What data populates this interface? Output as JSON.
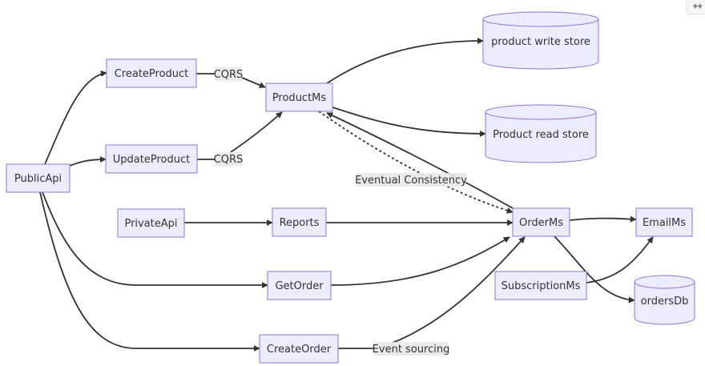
{
  "diagram": {
    "type": "flowchart",
    "colors": {
      "node_fill": "#ececff",
      "node_stroke": "#9370db",
      "edge": "#333333",
      "label_bg": "#e8e8e8",
      "text": "#333333"
    },
    "nodes": [
      {
        "id": "PublicApi",
        "label": "PublicApi",
        "shape": "rect"
      },
      {
        "id": "CreateProduct",
        "label": "CreateProduct",
        "shape": "rect"
      },
      {
        "id": "UpdateProduct",
        "label": "UpdateProduct",
        "shape": "rect"
      },
      {
        "id": "ProductMs",
        "label": "ProductMs",
        "shape": "rect"
      },
      {
        "id": "writeStore",
        "label": "product write store",
        "shape": "cylinder"
      },
      {
        "id": "readStore",
        "label": "Product read store",
        "shape": "cylinder"
      },
      {
        "id": "PrivateApi",
        "label": "PrivateApi",
        "shape": "rect"
      },
      {
        "id": "Reports",
        "label": "Reports",
        "shape": "rect"
      },
      {
        "id": "GetOrder",
        "label": "GetOrder",
        "shape": "rect"
      },
      {
        "id": "CreateOrder",
        "label": "CreateOrder",
        "shape": "rect"
      },
      {
        "id": "OrderMs",
        "label": "OrderMs",
        "shape": "rect"
      },
      {
        "id": "SubscriptionMs",
        "label": "SubscriptionMs",
        "shape": "rect"
      },
      {
        "id": "EmailMs",
        "label": "EmailMs",
        "shape": "rect"
      },
      {
        "id": "ordersDb",
        "label": "ordersDb",
        "shape": "cylinder"
      }
    ],
    "edges": [
      {
        "from": "PublicApi",
        "to": "CreateProduct",
        "label": "",
        "style": "solid"
      },
      {
        "from": "PublicApi",
        "to": "UpdateProduct",
        "label": "",
        "style": "solid"
      },
      {
        "from": "PublicApi",
        "to": "GetOrder",
        "label": "",
        "style": "solid"
      },
      {
        "from": "PublicApi",
        "to": "CreateOrder",
        "label": "",
        "style": "solid"
      },
      {
        "from": "CreateProduct",
        "to": "ProductMs",
        "label": "CQRS",
        "style": "solid"
      },
      {
        "from": "UpdateProduct",
        "to": "ProductMs",
        "label": "CQRS",
        "style": "solid"
      },
      {
        "from": "ProductMs",
        "to": "writeStore",
        "label": "",
        "style": "solid"
      },
      {
        "from": "ProductMs",
        "to": "readStore",
        "label": "",
        "style": "solid"
      },
      {
        "from": "ProductMs",
        "to": "OrderMs",
        "label": "Eventual Consistency",
        "style": "dotted"
      },
      {
        "from": "OrderMs",
        "to": "ProductMs",
        "label": "",
        "style": "solid"
      },
      {
        "from": "PrivateApi",
        "to": "Reports",
        "label": "",
        "style": "solid"
      },
      {
        "from": "Reports",
        "to": "OrderMs",
        "label": "",
        "style": "solid"
      },
      {
        "from": "GetOrder",
        "to": "OrderMs",
        "label": "",
        "style": "solid"
      },
      {
        "from": "CreateOrder",
        "to": "OrderMs",
        "label": "Event sourcing",
        "style": "solid"
      },
      {
        "from": "OrderMs",
        "to": "EmailMs",
        "label": "",
        "style": "solid"
      },
      {
        "from": "OrderMs",
        "to": "ordersDb",
        "label": "",
        "style": "solid"
      },
      {
        "from": "SubscriptionMs",
        "to": "EmailMs",
        "label": "",
        "style": "solid"
      }
    ]
  },
  "toolbar": {
    "expand_icon": "↔"
  }
}
